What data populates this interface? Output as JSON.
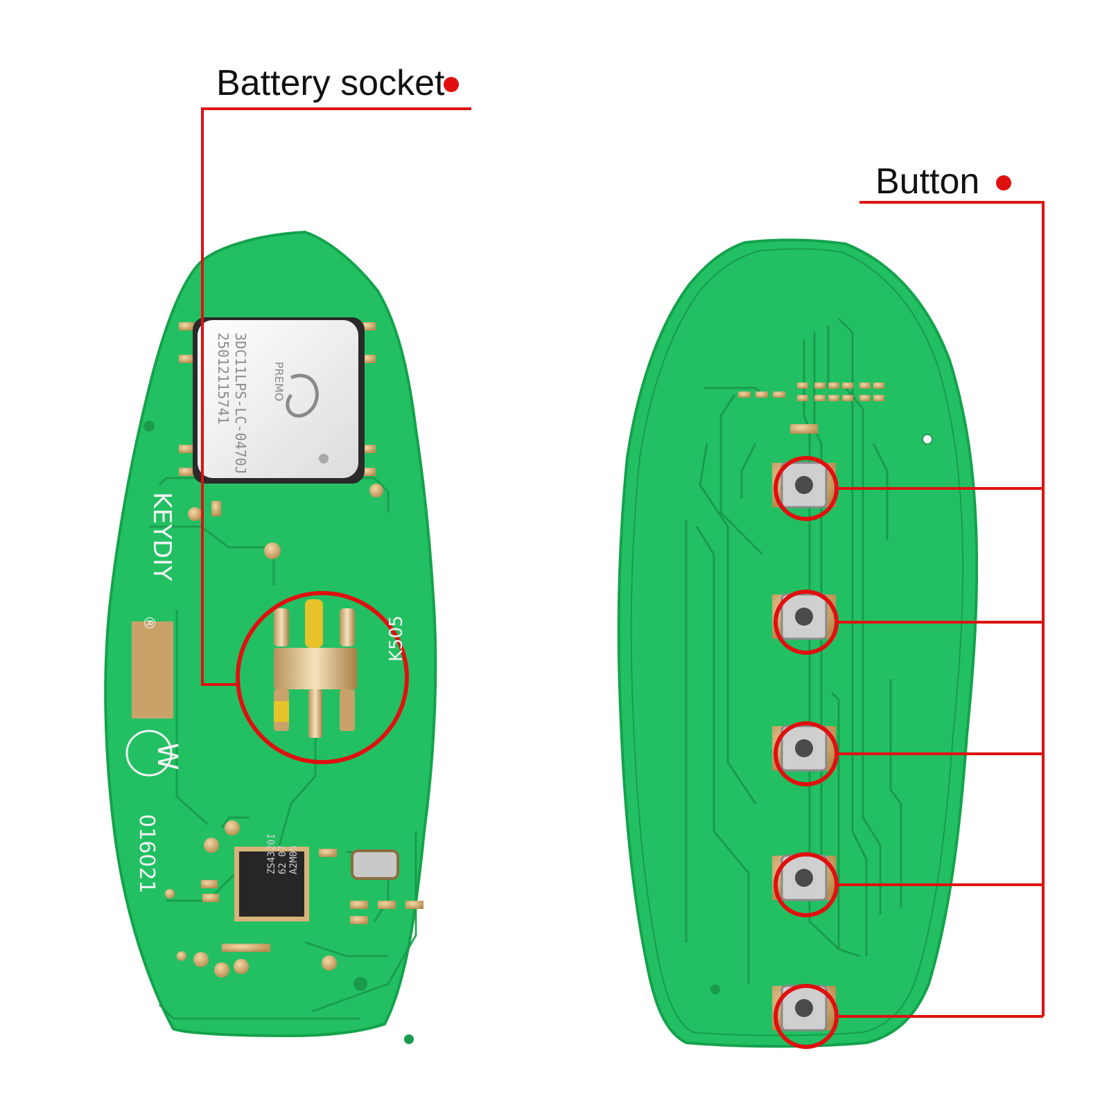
{
  "colors": {
    "callout": "#e01010",
    "pcb": "#22c063",
    "pcb_dark": "#14a24c",
    "trace": "#1a9a4c",
    "pad": "#cfa86f",
    "silkscreen": "#f2f2f2",
    "chip": "#262626"
  },
  "callouts": {
    "battery_socket": {
      "label": "Battery socket"
    },
    "button": {
      "label": "Button",
      "count": 5
    }
  },
  "board_front": {
    "silkscreen": {
      "brand": "KEYDIY",
      "registered": "®",
      "part_number": "016021",
      "w_mark": "W",
      "ref": "K505"
    },
    "coil_component": {
      "brand": "PREMO",
      "line1": "3DC11LPS-LC-0470J",
      "line2": "25012115741"
    },
    "mcu_chip": {
      "line1": "A2M05",
      "line2": "62 07",
      "line3": "ZS4320I"
    }
  },
  "board_back": {
    "buttons": 5
  }
}
